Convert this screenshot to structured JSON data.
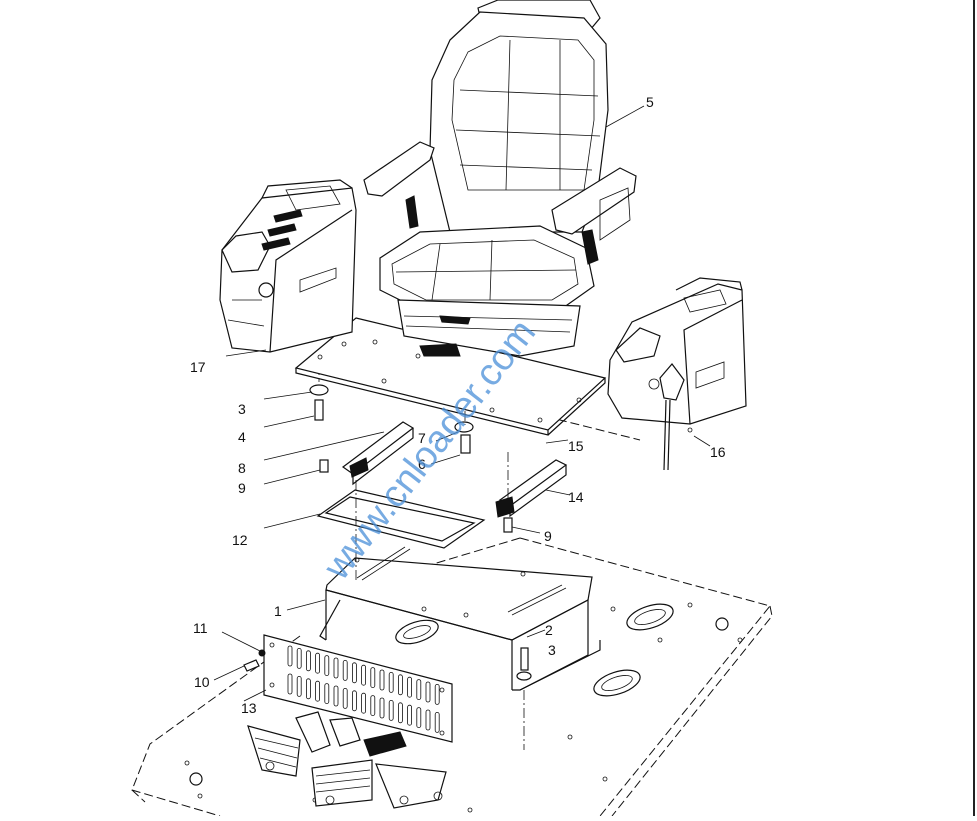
{
  "callouts": [
    {
      "id": "1",
      "label": "1"
    },
    {
      "id": "2",
      "label": "2"
    },
    {
      "id": "3a",
      "label": "3"
    },
    {
      "id": "3b",
      "label": "3"
    },
    {
      "id": "4",
      "label": "4"
    },
    {
      "id": "5",
      "label": "5"
    },
    {
      "id": "6",
      "label": "6"
    },
    {
      "id": "7",
      "label": "7"
    },
    {
      "id": "8",
      "label": "8"
    },
    {
      "id": "9a",
      "label": "9"
    },
    {
      "id": "9b",
      "label": "9"
    },
    {
      "id": "10",
      "label": "10"
    },
    {
      "id": "11",
      "label": "11"
    },
    {
      "id": "12",
      "label": "12"
    },
    {
      "id": "13",
      "label": "13"
    },
    {
      "id": "14",
      "label": "14"
    },
    {
      "id": "15",
      "label": "15"
    },
    {
      "id": "16",
      "label": "16"
    },
    {
      "id": "17",
      "label": "17"
    }
  ],
  "watermark": "www.cnloader.com"
}
